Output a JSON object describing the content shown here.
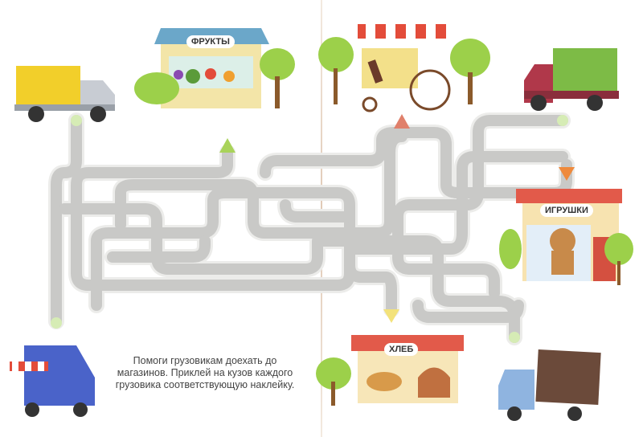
{
  "shops": {
    "fruits": "ФРУКТЫ",
    "toys": "ИГРУШКИ",
    "bread": "ХЛЕБ"
  },
  "instruction": "Помоги грузовикам доехать до магазинов. Приклей на кузов каждого грузовика соответствующую наклейку.",
  "colors": {
    "road": "#c9c9c7",
    "road_edge": "#eeeeec",
    "arrow_green": "#a9d35a",
    "arrow_red": "#e0806b",
    "arrow_orange": "#ef8a3c",
    "arrow_yellow": "#f3e27a",
    "yellow_truck": "#f2cf2a",
    "green_truck": "#7dbb46",
    "brown_box": "#6b4a3a"
  }
}
